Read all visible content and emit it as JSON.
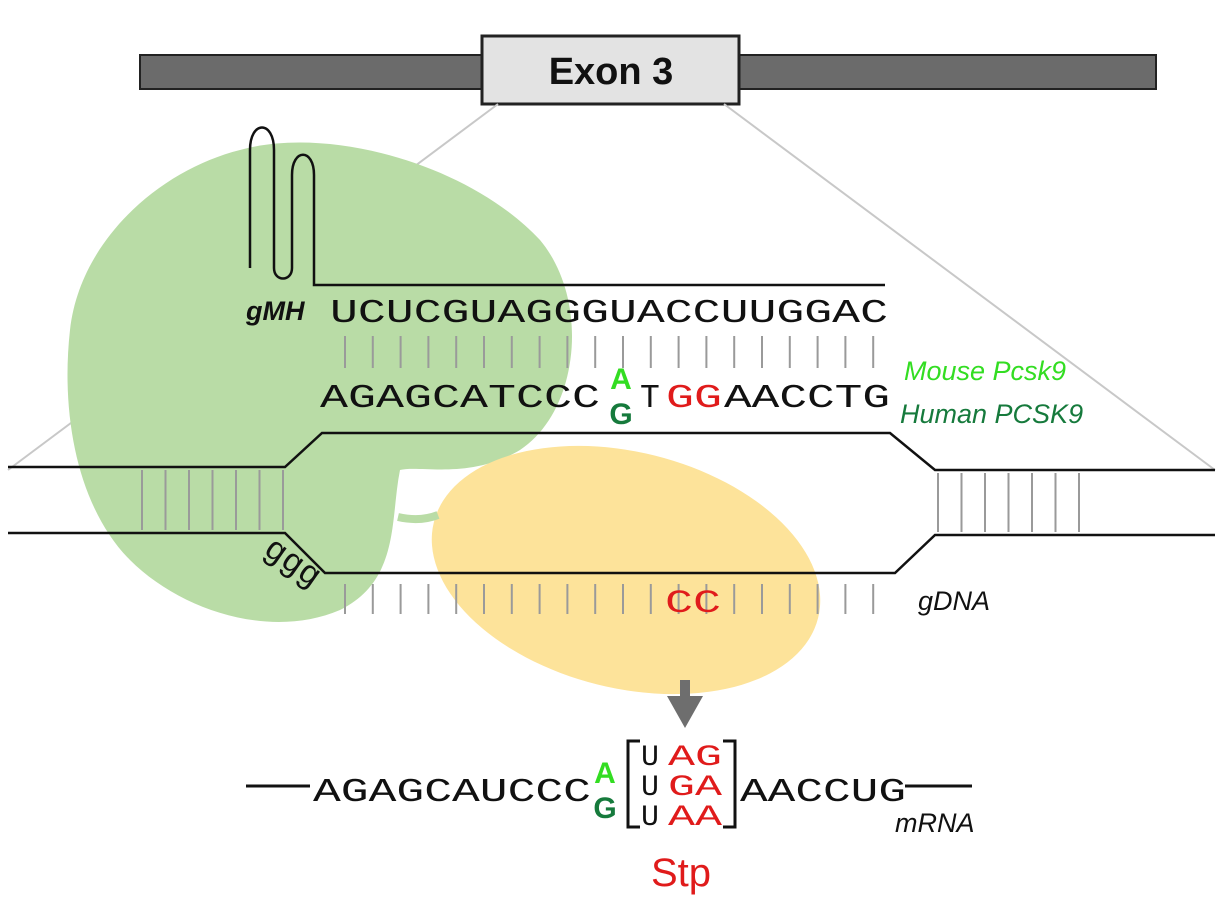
{
  "exon": {
    "label": "Exon 3"
  },
  "guide": {
    "label": "gMH",
    "sequence": "UCUCGUAGGGUACCUUGGAC"
  },
  "target": {
    "prefix": "AGAGCATCCC",
    "variant_mouse": "A",
    "variant_human": "G",
    "mid": "T",
    "edited": "GG",
    "suffix": "AACCTG",
    "mouse_label": "Mouse Pcsk9",
    "human_label": "Human PCSK9"
  },
  "pam": {
    "label": "ggg"
  },
  "gdna": {
    "label": "gDNA",
    "edited": "CC"
  },
  "mrna": {
    "prefix": "AGAGCAUCCC",
    "variant_mouse": "A",
    "variant_human": "G",
    "codons": [
      {
        "u": "U",
        "rest": "AG"
      },
      {
        "u": "U",
        "rest": "GA"
      },
      {
        "u": "U",
        "rest": "AA"
      }
    ],
    "suffix": "AACCUG",
    "label": "mRNA",
    "stop_label": "Stp"
  },
  "colors": {
    "mouse": "#33dd22",
    "human": "#167a3c",
    "edit": "#e01b1b",
    "cas9": "#b9dca6",
    "deaminase": "#fde39a",
    "exon_bar": "#6b6b6b",
    "exon_box": "#e3e3e3"
  }
}
